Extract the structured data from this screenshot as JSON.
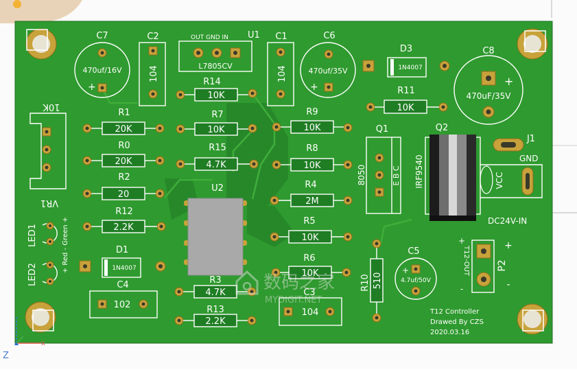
{
  "board": {
    "colors": {
      "board": "#2f9a2f",
      "board_dark": "#237f25",
      "silk": "#ffffff",
      "pad": "#c8a23a",
      "ic": "#a9a9a9"
    },
    "components": {
      "c7": {
        "ref": "C7",
        "value": "470uf/16V"
      },
      "c2": {
        "ref": "C2",
        "value": "104"
      },
      "u1": {
        "ref": "U1",
        "pins": "OUT GND  IN",
        "part": "L7805CV"
      },
      "c1": {
        "ref": "C1",
        "value": "104"
      },
      "c6": {
        "ref": "C6",
        "value": "470uf/35V"
      },
      "d3": {
        "ref": "D3",
        "part": "1N4007"
      },
      "c8": {
        "ref": "C8",
        "value": "470uF/35V"
      },
      "r14": {
        "ref": "R14",
        "value": "10K"
      },
      "r7": {
        "ref": "R7",
        "value": "10K"
      },
      "r15": {
        "ref": "R15",
        "value": "4.7K"
      },
      "r11": {
        "ref": "R11",
        "value": "10K"
      },
      "r9": {
        "ref": "R9",
        "value": "10K"
      },
      "r8": {
        "ref": "R8",
        "value": "10K"
      },
      "r4": {
        "ref": "R4",
        "value": "2M"
      },
      "r5": {
        "ref": "R5",
        "value": "10K"
      },
      "r6": {
        "ref": "R6",
        "value": "10K"
      },
      "r1": {
        "ref": "R1",
        "value": "20K"
      },
      "r0": {
        "ref": "R0",
        "value": "20K"
      },
      "r2": {
        "ref": "R2",
        "value": "20"
      },
      "r12": {
        "ref": "R12",
        "value": "2.2K"
      },
      "r3": {
        "ref": "R3",
        "value": "4.7K"
      },
      "r13": {
        "ref": "R13",
        "value": "2.2K"
      },
      "r10": {
        "ref": "R10",
        "value": "510"
      },
      "vr1": {
        "ref": "VR1",
        "value": "10K"
      },
      "q1": {
        "ref": "Q1",
        "part": "8050",
        "pins": "E  B  C"
      },
      "q2": {
        "ref": "Q2",
        "part": "IRF9540"
      },
      "j1": {
        "ref": "J1",
        "gnd": "GND",
        "vcc": "VCC",
        "input": "DC24V-IN"
      },
      "u2": {
        "ref": "U2"
      },
      "d1": {
        "ref": "D1",
        "part": "1N4007"
      },
      "c4": {
        "ref": "C4",
        "value": "102"
      },
      "c3": {
        "ref": "C3",
        "value": "104"
      },
      "c5": {
        "ref": "C5",
        "value": "4.7uf/50V"
      },
      "led1": {
        "ref": "LED1"
      },
      "led2": {
        "ref": "LED2"
      },
      "led_label": "+ Red - Green +",
      "p2": {
        "ref": "P2",
        "plus": "+",
        "minus": "-",
        "label": "T12-OUT"
      }
    },
    "credits": {
      "line1": "T12 Controller",
      "line2": "Drawed By CZS",
      "line3": "2020.03.16"
    }
  },
  "watermark": {
    "text": "数码之家",
    "sub": "MYDIGIT.NET"
  },
  "axes": {
    "z": "Z"
  }
}
